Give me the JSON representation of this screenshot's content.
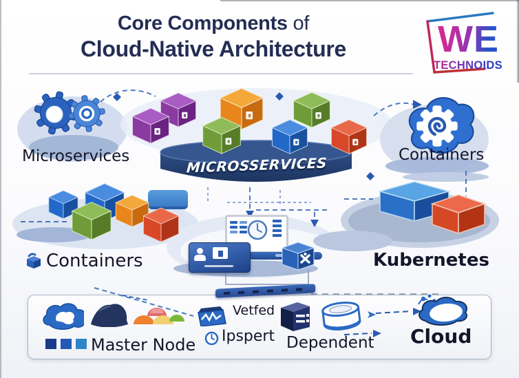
{
  "title": {
    "line1_main": "Core Components",
    "line1_suffix": " of",
    "line2": "Cloud-Native Architecture"
  },
  "logo": {
    "word1": "WE",
    "word2": "TECHNOIDS"
  },
  "diagram": {
    "platform_label": "MICROSSERVICES",
    "labels": {
      "microservices": "Microservices",
      "containers_right": "Containers",
      "containers_left": "Containers",
      "kubernetes": "Kubernetes"
    }
  },
  "legend": {
    "master_node": "Master Node",
    "vetfed": "Vetfed",
    "ipspert": "Ipspert",
    "dependent": "Dependent",
    "cloud": "Cloud"
  },
  "colors": {
    "title_text": "#242d54",
    "label_text": "#15152a",
    "platform_navy": "#2b4a80",
    "connector_blue": "#3a6ab8",
    "icon_blue": "#2a66c2",
    "cube_purple": "#8a3aa0",
    "cube_orange": "#e8861c",
    "cube_green": "#6f9c38",
    "cube_blue": "#2268c8",
    "cube_red": "#d84828",
    "logo_magenta": "#c62a92",
    "logo_blue": "#2a52c8"
  },
  "icons": [
    "gear-icon",
    "gear-cloud-icon",
    "cube-icon",
    "platform-cylinder-icon",
    "monitor-icon",
    "dashboard-panel-icon",
    "tools-cube-icon",
    "conveyor-icon",
    "cloud-icon",
    "node-blob-icon",
    "pods-cluster-icon",
    "blue-squares-icon",
    "telemetry-box-icon",
    "clock-icon",
    "server-box-icon",
    "storage-drum-icon",
    "cloud-splash-icon",
    "arrow-icon",
    "diamond-star-icon"
  ]
}
